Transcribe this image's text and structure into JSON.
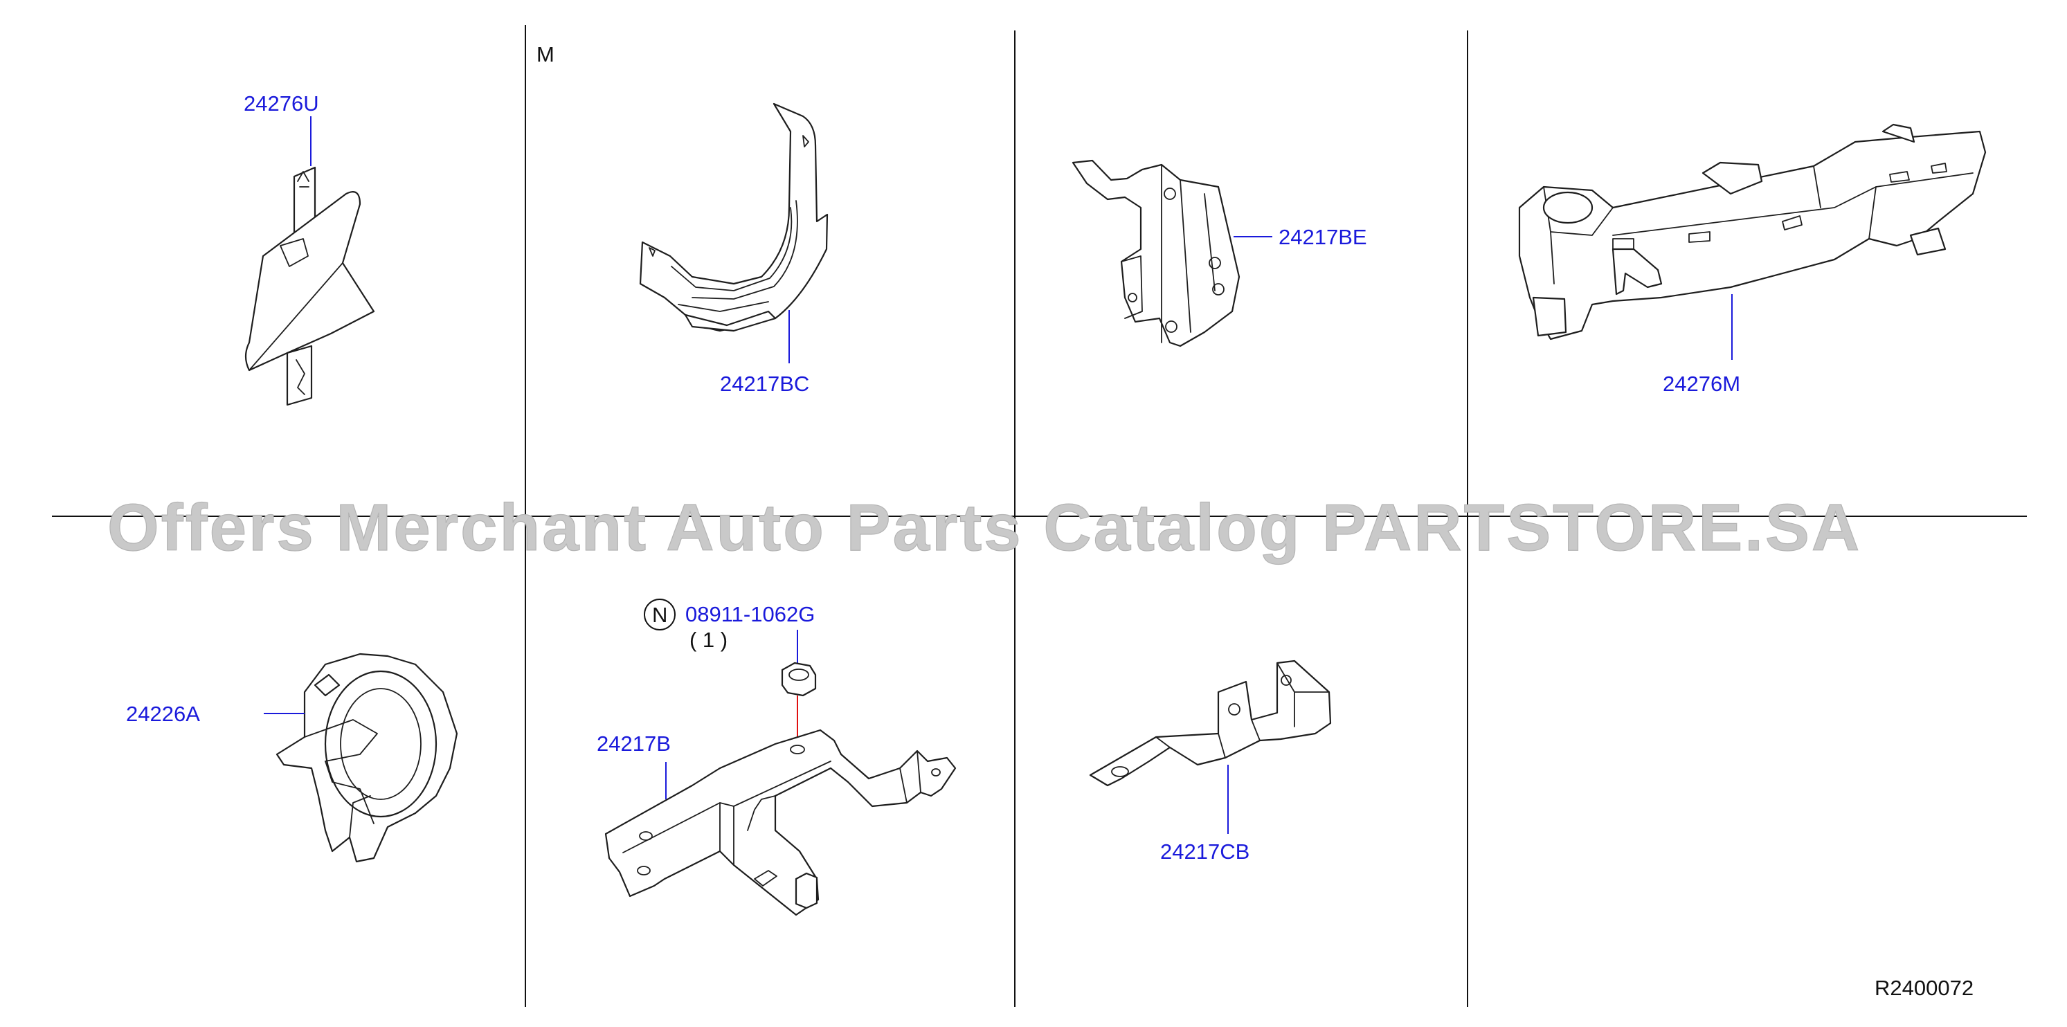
{
  "diagram": {
    "section_letter": "M",
    "ref_code": "R2400072",
    "watermark": "Offers Merchant Auto Parts Catalog PARTSTORE.SA",
    "nut_symbol": "N",
    "parts": [
      {
        "id": "p1",
        "number": "24276U"
      },
      {
        "id": "p2",
        "number": "24217BC"
      },
      {
        "id": "p3",
        "number": "24217BE"
      },
      {
        "id": "p4",
        "number": "24276M"
      },
      {
        "id": "p5",
        "number": "24226A"
      },
      {
        "id": "p6",
        "number": "08911-1062G",
        "qty": "( 1 )"
      },
      {
        "id": "p7",
        "number": "24217B"
      },
      {
        "id": "p8",
        "number": "24217CB"
      }
    ],
    "colors": {
      "label": "#1a1adb",
      "lines": "#111111",
      "watermark": "#c9c9c9",
      "nut_leader": "#e01010"
    }
  }
}
